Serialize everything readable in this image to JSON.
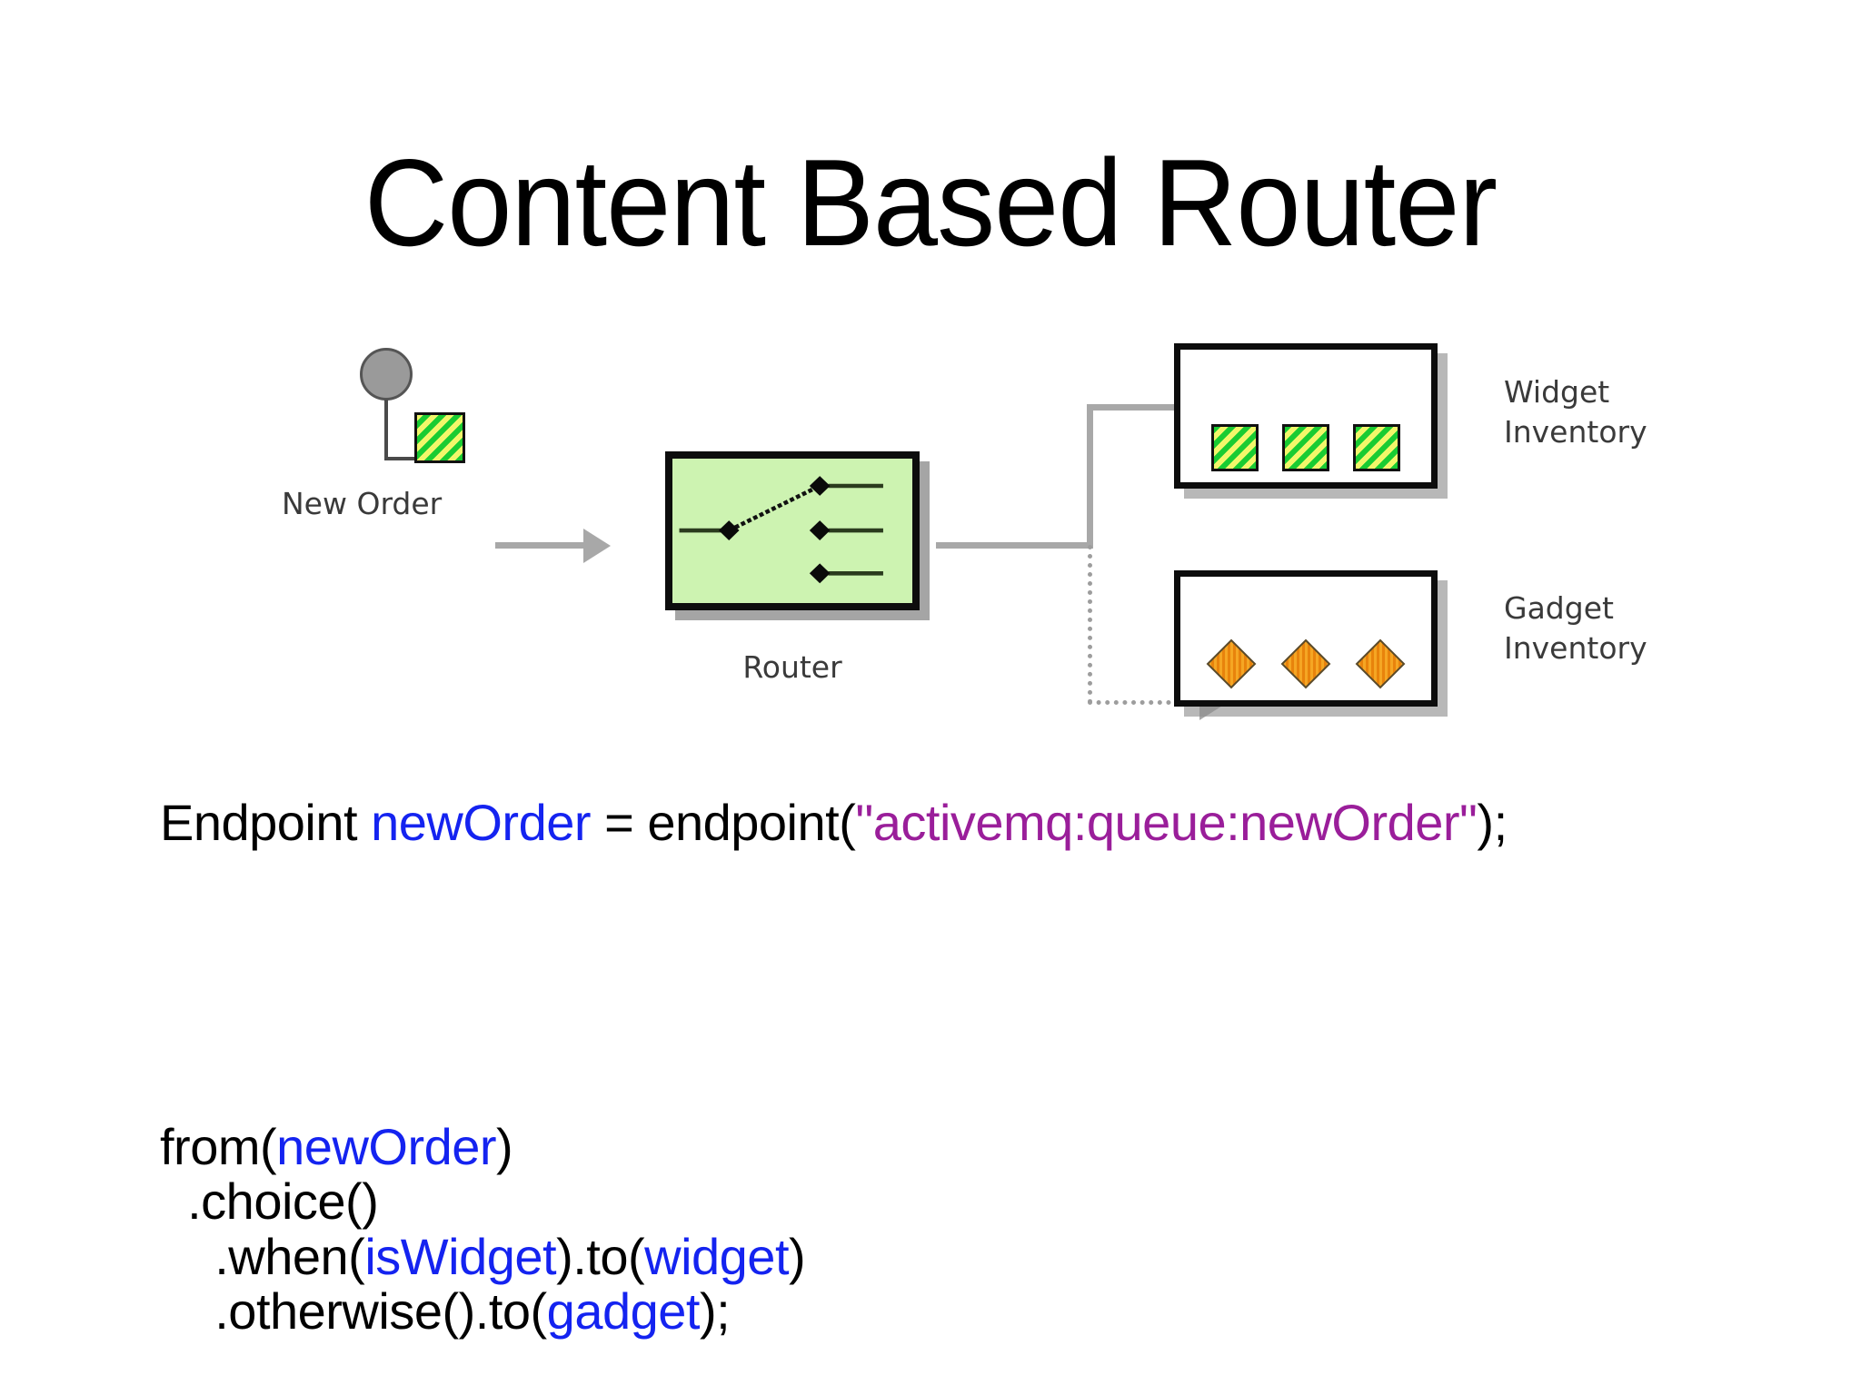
{
  "slide": {
    "title": "Content Based Router"
  },
  "diagram": {
    "source": {
      "label": "New Order",
      "icon": "message-source-circle",
      "message_icon": "green-striped-square"
    },
    "router": {
      "label": "Router",
      "icon": "switch-router-icon",
      "fill_color": "#cdf3b1",
      "border_color": "#0d0d0d"
    },
    "arrows": {
      "source_to_router": "solid-arrow",
      "router_to_widget": "solid-arrow",
      "router_to_gadget": "dotted-arrow"
    },
    "destinations": [
      {
        "label_line1": "Widget",
        "label_line2": "Inventory",
        "item_icon": "green-striped-square",
        "item_count": 3,
        "item_color": "#19cc32"
      },
      {
        "label_line1": "Gadget",
        "label_line2": "Inventory",
        "item_icon": "orange-striped-diamond",
        "item_count": 3,
        "item_color": "#f59e0b"
      }
    ]
  },
  "code": {
    "endpoint_line": {
      "tokens": [
        {
          "text": "Endpoint ",
          "type": "plain"
        },
        {
          "text": "newOrder",
          "type": "ident"
        },
        {
          "text": " = endpoint(",
          "type": "plain"
        },
        {
          "text": "\"activemq:queue:newOrder\"",
          "type": "string"
        },
        {
          "text": ");",
          "type": "plain"
        }
      ],
      "plain_text": "Endpoint newOrder = endpoint(\"activemq:queue:newOrder\");"
    },
    "route_block": {
      "lines": [
        {
          "tokens": [
            {
              "text": "from(",
              "type": "plain"
            },
            {
              "text": "newOrder",
              "type": "ident"
            },
            {
              "text": ")",
              "type": "plain"
            }
          ]
        },
        {
          "tokens": [
            {
              "text": "  .choice()",
              "type": "plain"
            }
          ]
        },
        {
          "tokens": [
            {
              "text": "    .when(",
              "type": "plain"
            },
            {
              "text": "isWidget",
              "type": "ident"
            },
            {
              "text": ").to(",
              "type": "plain"
            },
            {
              "text": "widget",
              "type": "ident"
            },
            {
              "text": ")",
              "type": "plain"
            }
          ]
        },
        {
          "tokens": [
            {
              "text": "    .otherwise().to(",
              "type": "plain"
            },
            {
              "text": "gadget",
              "type": "ident"
            },
            {
              "text": ");",
              "type": "plain"
            }
          ]
        }
      ],
      "plain_text": "from(newOrder)\n  .choice()\n    .when(isWidget).to(widget)\n    .otherwise().to(gadget);"
    },
    "colors": {
      "identifier": "#1423f0",
      "string": "#9a1e9a",
      "plain": "#000000"
    }
  }
}
